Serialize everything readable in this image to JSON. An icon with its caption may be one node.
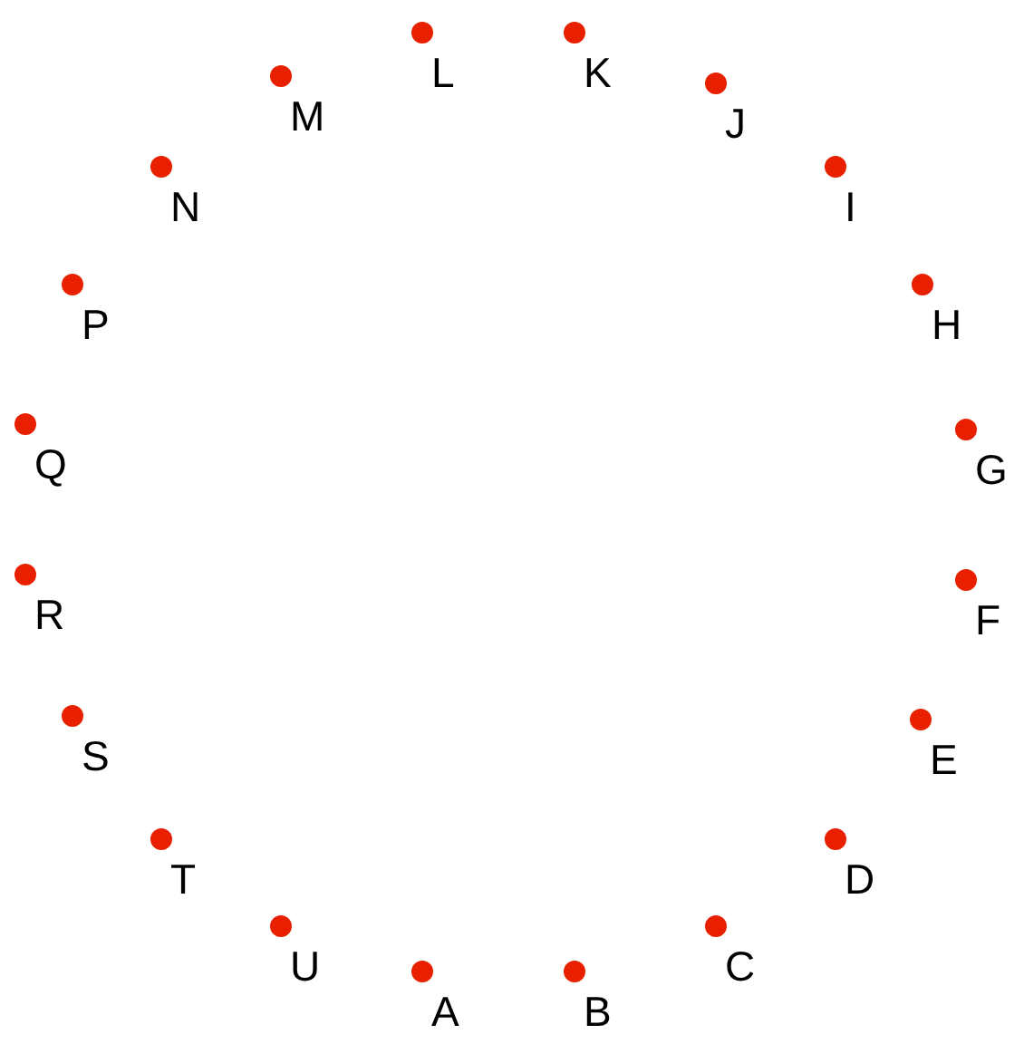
{
  "diagram": {
    "nodes": [
      {
        "text": [],
        "shape": "circle",
        "beside": [
          "A"
        ]
      },
      {
        "text": [],
        "shape": "circle",
        "beside": [
          "B"
        ]
      },
      {
        "text": [],
        "shape": "circle",
        "beside": [
          "C"
        ]
      },
      {
        "text": [],
        "shape": "circle",
        "beside": [
          "D"
        ]
      },
      {
        "text": [],
        "shape": "circle",
        "beside": [
          "E"
        ]
      },
      {
        "text": [],
        "shape": "circle",
        "beside": [
          "F"
        ]
      },
      {
        "text": [],
        "shape": "circle",
        "beside": [
          "G"
        ]
      },
      {
        "text": [],
        "shape": "circle",
        "beside": [
          "H"
        ]
      },
      {
        "text": [],
        "shape": "circle",
        "beside": [
          "I"
        ]
      },
      {
        "text": [],
        "shape": "circle",
        "beside": [
          "J"
        ]
      },
      {
        "text": [],
        "shape": "circle",
        "beside": [
          "K"
        ]
      },
      {
        "text": [],
        "shape": "circle",
        "beside": [
          "L"
        ]
      },
      {
        "text": [],
        "shape": "circle",
        "beside": [
          "M"
        ]
      },
      {
        "text": [],
        "shape": "circle",
        "beside": [
          "N"
        ]
      },
      {
        "text": [],
        "shape": "circle",
        "beside": [
          "P"
        ]
      },
      {
        "text": [],
        "shape": "circle",
        "beside": [
          "Q"
        ]
      },
      {
        "text": [],
        "shape": "circle",
        "beside": [
          "R"
        ]
      },
      {
        "text": [],
        "shape": "circle",
        "beside": [
          "S"
        ]
      },
      {
        "text": [],
        "shape": "circle",
        "beside": [
          "T"
        ]
      },
      {
        "text": [],
        "shape": "circle",
        "beside": [
          "U"
        ]
      }
    ]
  }
}
